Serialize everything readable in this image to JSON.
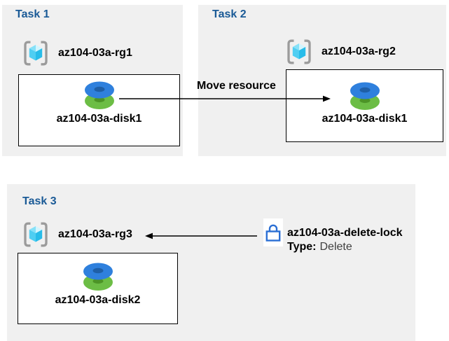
{
  "colors": {
    "canvas_bg": "#ffffff",
    "panel_bg": "#f0f0f0",
    "task_title_blue": "#1a5a96",
    "label_black": "#000000",
    "lock_type_value_gray": "#404040",
    "box_border": "#000000",
    "arrow_black": "#000000",
    "disk_blue": "#2f80dd",
    "disk_blue_hole": "#1f5fa7",
    "disk_green": "#6cbd45",
    "disk_green_hole": "#4c9427",
    "cube_bracket_gray": "#9b9b9b",
    "cube_face_light": "#d2f5fe",
    "cube_face_mid": "#4fcef2",
    "cube_face_dark": "#28bce9",
    "lock_blue": "#2b6fd4"
  },
  "tasks": [
    {
      "title": "Task 1",
      "resource_group": "az104-03a-rg1",
      "resource": "az104-03a-disk1"
    },
    {
      "title": "Task 2",
      "resource_group": "az104-03a-rg2",
      "resource": "az104-03a-disk1"
    },
    {
      "title": "Task 3",
      "resource_group": "az104-03a-rg3",
      "resource": "az104-03a-disk2"
    }
  ],
  "annotations": {
    "move_arrow_label": "Move resource",
    "lock_name": "az104-03a-delete-lock",
    "lock_type_label": "Type:",
    "lock_type_value": "Delete"
  },
  "icons": {
    "resource_group": "resource-group-icon",
    "disk": "disk-icon",
    "lock": "lock-icon",
    "move_arrow": "arrow-right-icon",
    "lock_arrow": "arrow-left-icon"
  }
}
